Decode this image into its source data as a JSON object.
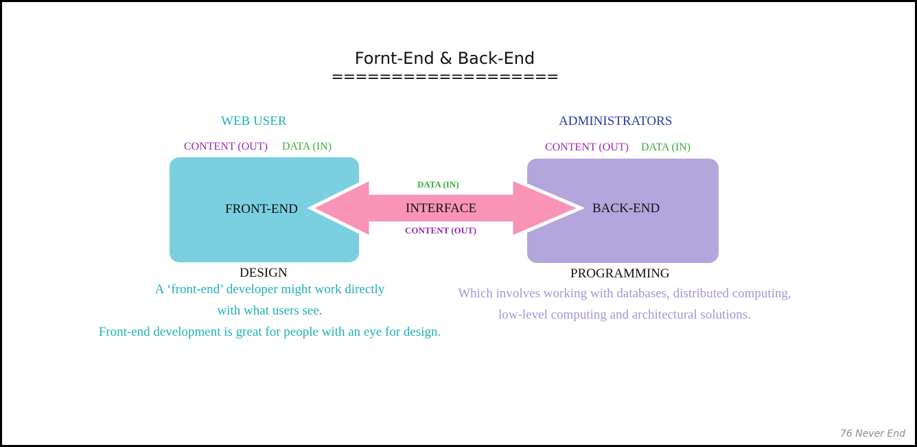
{
  "title": "Fornt-End & Back-End",
  "title_underline": "===================",
  "front": {
    "audience": "WEB USER",
    "content_label": "CONTENT (OUT)",
    "data_label": "DATA (IN)",
    "box_label": "FRONT-END",
    "role": "DESIGN",
    "description": [
      "A ‘front-end’ developer might work directly",
      "with what users see.",
      "Front-end development is great for people with an eye for design."
    ]
  },
  "back": {
    "audience": "ADMINISTRATORS",
    "content_label": "CONTENT (OUT)",
    "data_label": "DATA (IN)",
    "box_label": "BACK-END",
    "role": "PROGRAMMING",
    "description": [
      "Which involves working with databases, distributed computing,",
      "low-level computing and architectural solutions."
    ]
  },
  "interface": {
    "label": "INTERFACE",
    "data_label": "DATA (IN)",
    "content_label": "CONTENT (OUT)"
  },
  "watermark": "76 Never End",
  "colors": {
    "front_box": "#7acfe1",
    "back_box": "#b3a6dc",
    "arrow": "#f994b7",
    "teal_text": "#1fb1b6",
    "navy_text": "#2a3aa8",
    "purple_text": "#9a28b0",
    "green_text": "#3aab3a",
    "lavender_text": "#a594d6"
  }
}
